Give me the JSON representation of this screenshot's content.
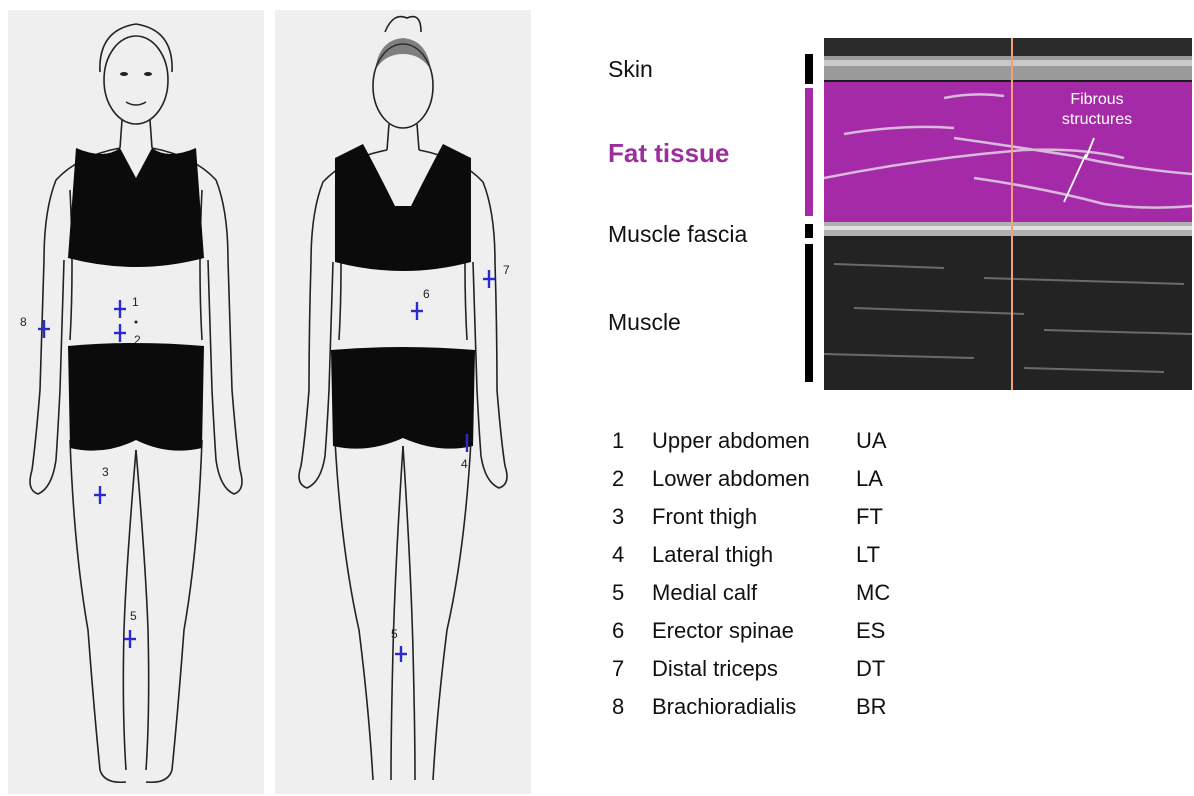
{
  "figures": {
    "front": {
      "site_numbers": [
        "1",
        "2",
        "3",
        "5",
        "8"
      ]
    },
    "back": {
      "site_numbers": [
        "4",
        "5",
        "6",
        "7"
      ]
    }
  },
  "ultrasound": {
    "layers": {
      "skin": "Skin",
      "fat": "Fat tissue",
      "fascia": "Muscle fascia",
      "muscle": "Muscle"
    },
    "annotation_line1": "Fibrous",
    "annotation_line2": "structures",
    "colors": {
      "fat_overlay": "#a52aa8",
      "fat_label": "#9b2f9e",
      "cursor_line": "#f4a070"
    }
  },
  "legend": {
    "rows": [
      {
        "num": "1",
        "name": "Upper abdomen",
        "abbr": "UA"
      },
      {
        "num": "2",
        "name": "Lower abdomen",
        "abbr": "LA"
      },
      {
        "num": "3",
        "name": "Front thigh",
        "abbr": "FT"
      },
      {
        "num": "4",
        "name": "Lateral thigh",
        "abbr": "LT"
      },
      {
        "num": "5",
        "name": "Medial calf",
        "abbr": "MC"
      },
      {
        "num": "6",
        "name": "Erector spinae",
        "abbr": "ES"
      },
      {
        "num": "7",
        "name": "Distal triceps",
        "abbr": "DT"
      },
      {
        "num": "8",
        "name": "Brachioradialis",
        "abbr": "BR"
      }
    ]
  },
  "marker_color": "#2a2ad0"
}
